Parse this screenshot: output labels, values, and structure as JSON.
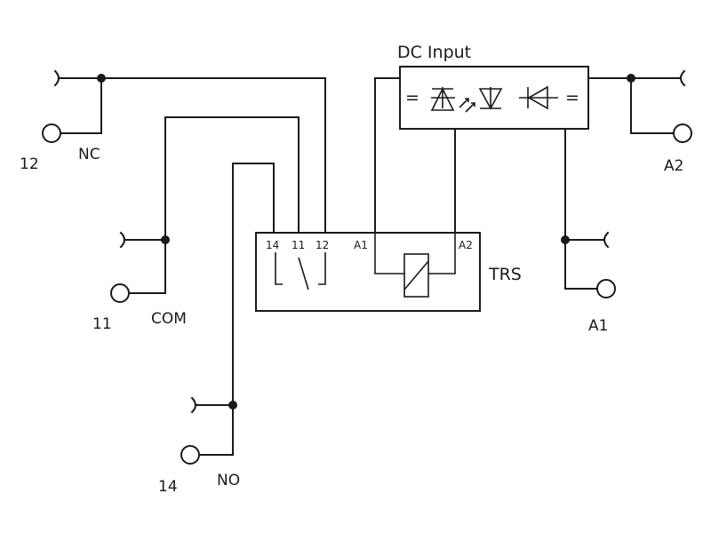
{
  "labels": {
    "dc_input": "DC Input",
    "trs": "TRS",
    "nc": "NC",
    "com": "COM",
    "no": "NO",
    "num_12": "12",
    "num_11": "11",
    "num_14": "14",
    "a1": "A1",
    "a2": "A2",
    "pin_14": "14",
    "pin_11": "11",
    "pin_12": "12",
    "pin_a1": "A1",
    "pin_a2": "A2",
    "eq_left": "=",
    "eq_right": "="
  },
  "colors": {
    "line": "#1a1a1a",
    "background": "#ffffff"
  }
}
